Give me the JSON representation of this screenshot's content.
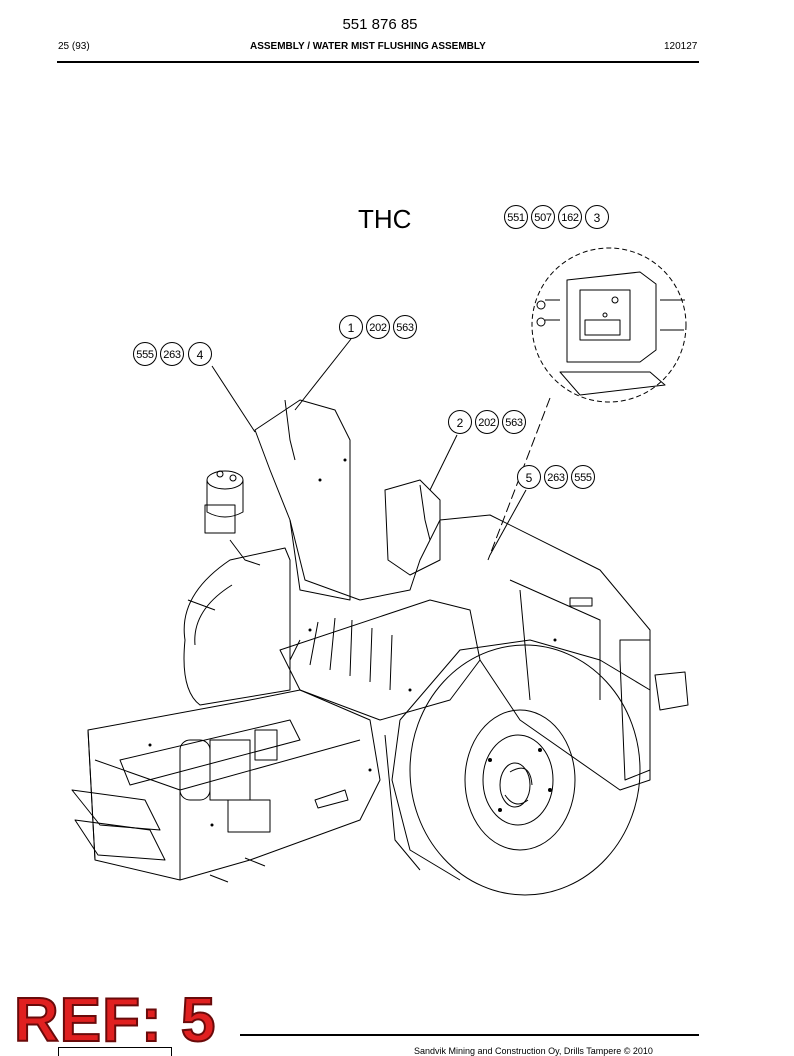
{
  "header": {
    "part_number": "551 876 85",
    "page": "25 (93)",
    "title": "ASSEMBLY / WATER MIST FLUSHING ASSEMBLY",
    "code": "120127"
  },
  "drawing": {
    "label": "THC",
    "callouts": [
      {
        "id": "callout-3",
        "numbers": [
          "551",
          "507",
          "162",
          "3"
        ]
      },
      {
        "id": "callout-1",
        "numbers": [
          "1",
          "202",
          "563"
        ]
      },
      {
        "id": "callout-4",
        "numbers": [
          "555",
          "263",
          "4"
        ]
      },
      {
        "id": "callout-2",
        "numbers": [
          "2",
          "202",
          "563"
        ]
      },
      {
        "id": "callout-5",
        "numbers": [
          "5",
          "263",
          "555"
        ]
      }
    ]
  },
  "stamp": {
    "text": "REF: 5",
    "color": "#e02020"
  },
  "footer": {
    "text": "Sandvik Mining and Construction Oy, Drills Tampere © 2010"
  }
}
